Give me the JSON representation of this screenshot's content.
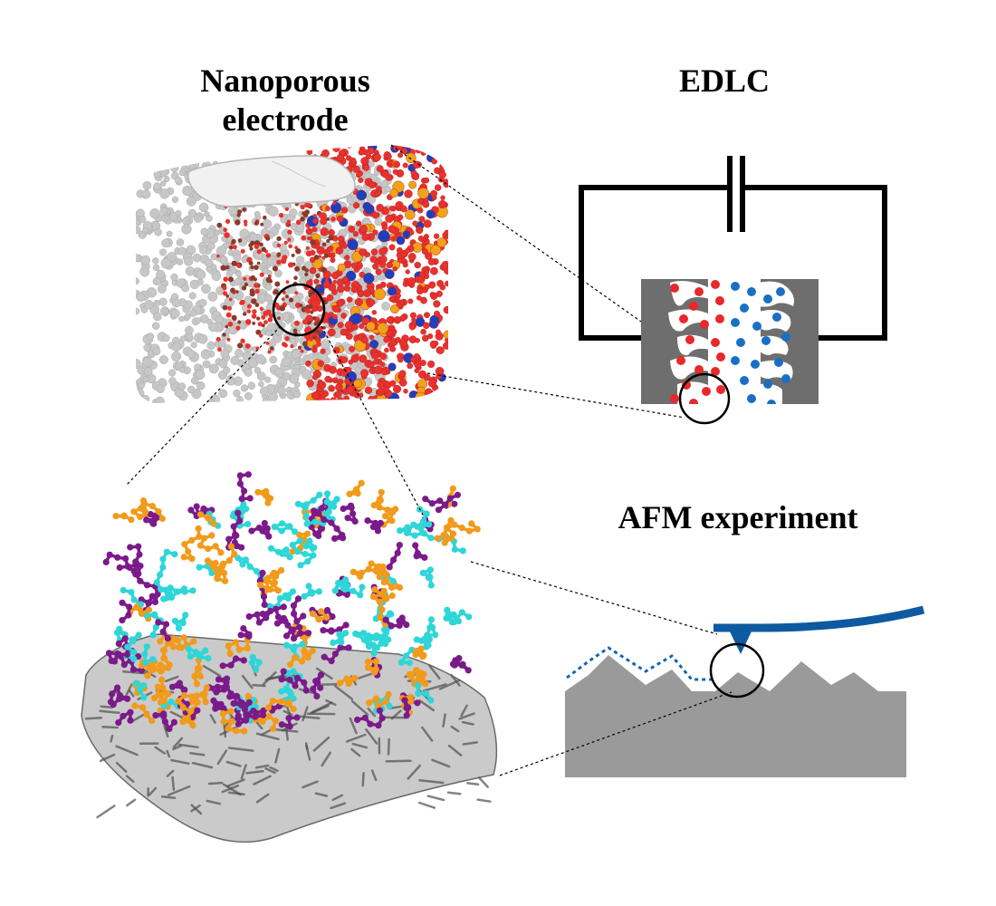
{
  "labels": {
    "electrode_line1": "Nanoporous",
    "electrode_line2": "electrode",
    "edlc": "EDLC",
    "afm": "AFM experiment"
  },
  "colors": {
    "carbon_gray": "#c7c7c7",
    "oxygen_red": "#e8322e",
    "anion_blue": "#1f3fbf",
    "cation_orange": "#f0a21a",
    "ion_red": "#e8282a",
    "ion_blue": "#1a6fc4",
    "electrode_gray": "#6e6e6e",
    "cyan_molecule": "#2fd6d8",
    "purple_molecule": "#7b1a8a",
    "orange_molecule": "#f29a1a",
    "substrate_gray": "#9b9b9b",
    "cantilever_blue": "#0d5aa0"
  }
}
